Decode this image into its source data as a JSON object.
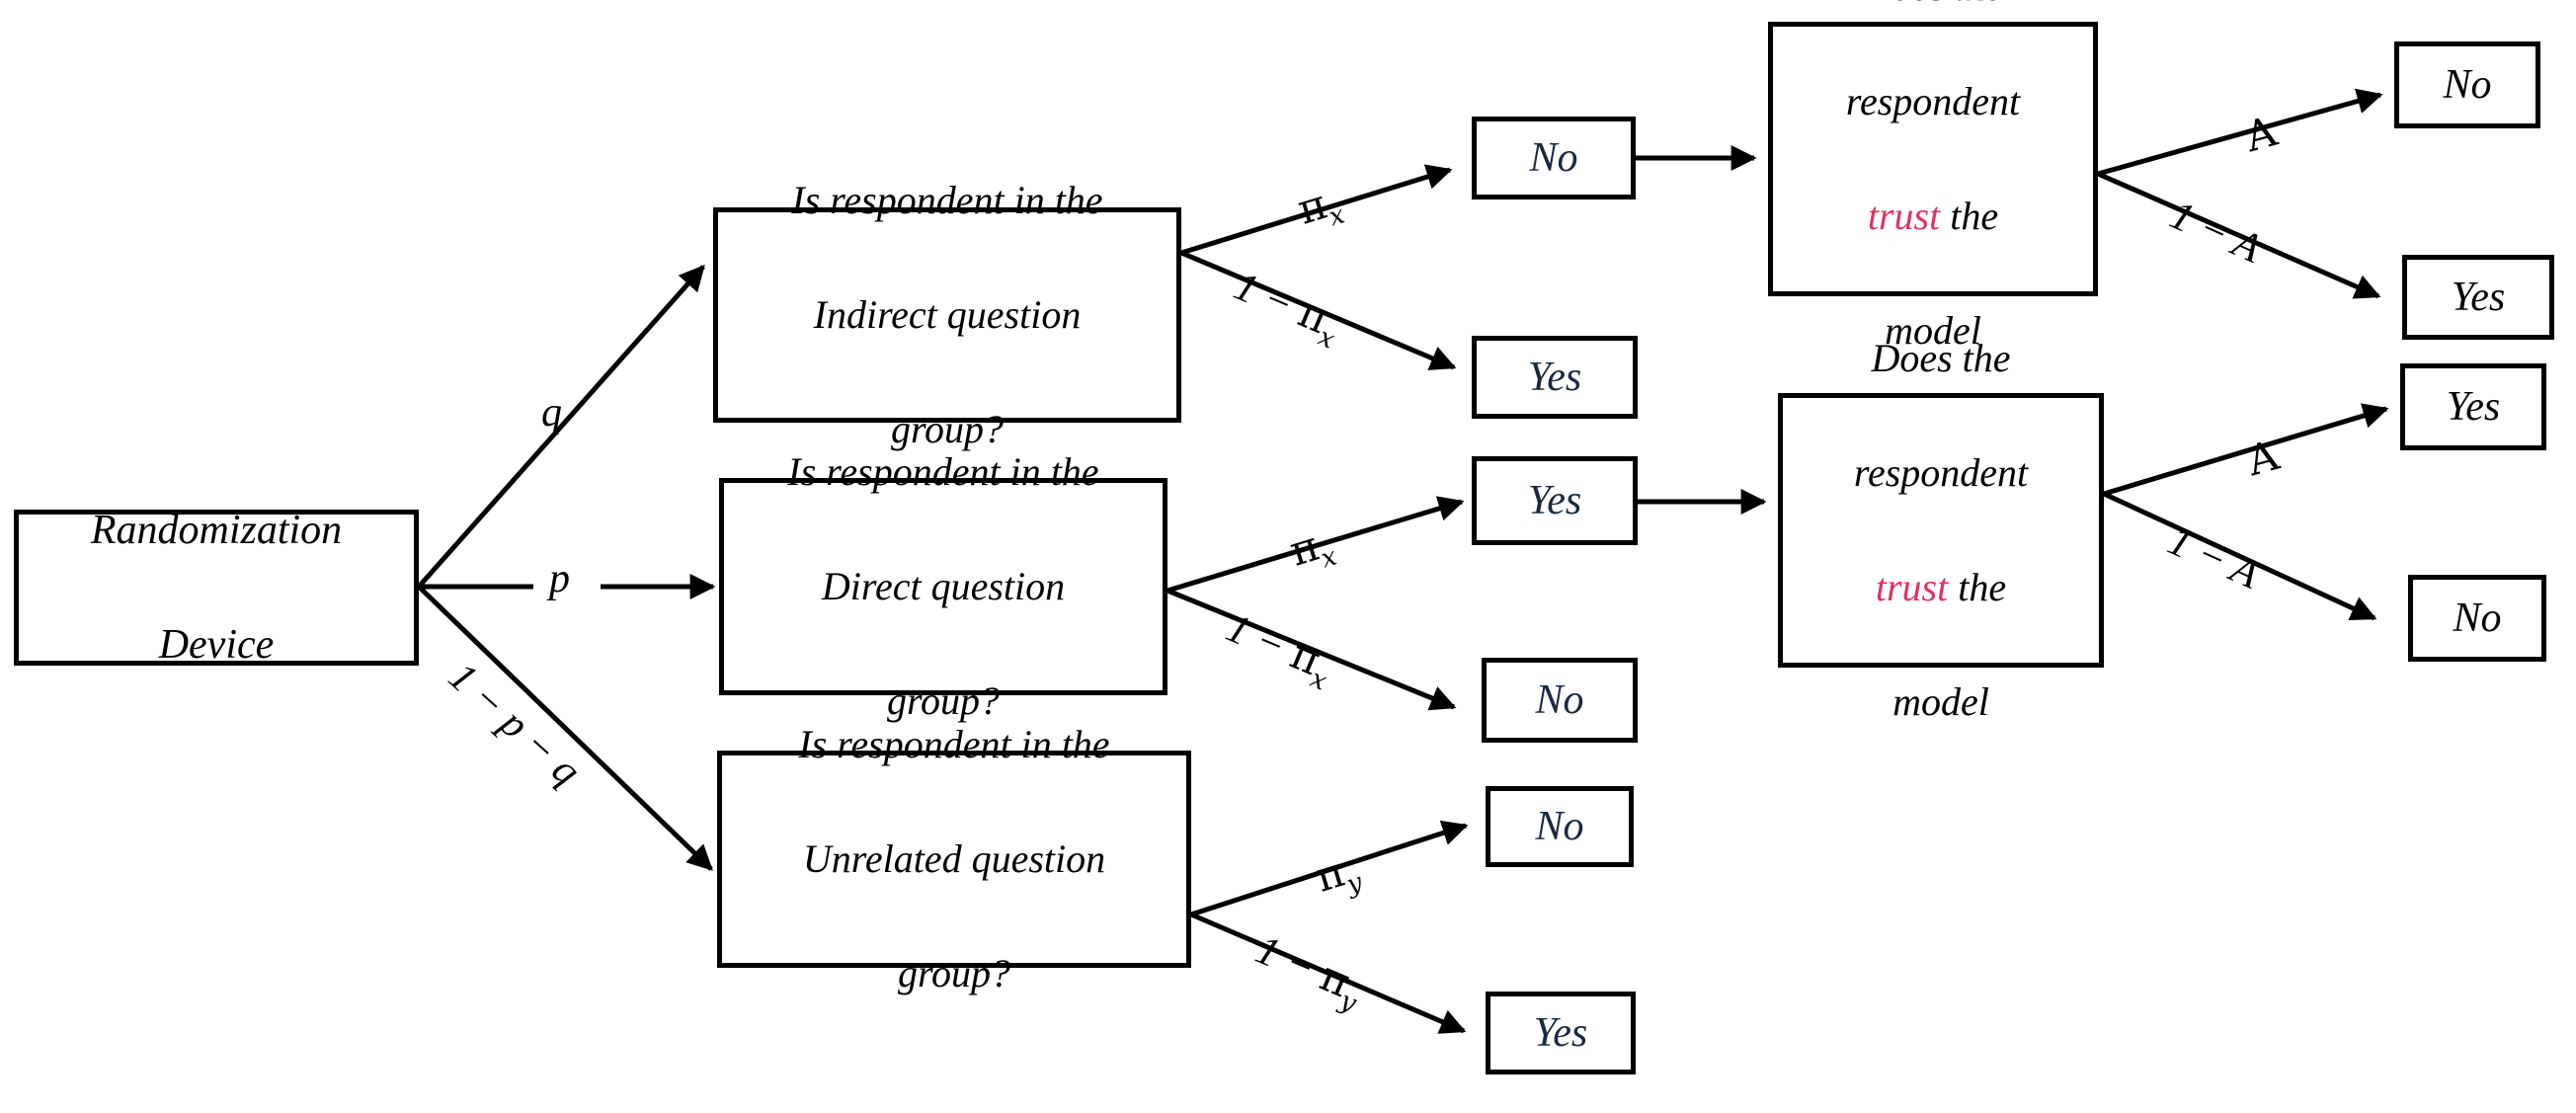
{
  "device": {
    "line1": "Randomization",
    "line2": "Device"
  },
  "questions": {
    "indirect": {
      "line1": "Is respondent in the",
      "line2": "Indirect question",
      "line3": "group?"
    },
    "direct": {
      "line1": "Is respondent in the",
      "line2": "Direct question",
      "line3": "group?"
    },
    "unrelated": {
      "line1": "Is respondent in the",
      "line2": "Unrelated question",
      "line3": "group?"
    }
  },
  "trust_box": {
    "line1": "Does the",
    "line2": "respondent",
    "trust_word": "trust",
    "after_trust": "the",
    "line4": "model"
  },
  "answers": {
    "no": "No",
    "yes": "Yes"
  },
  "labels": {
    "q": "q",
    "p": "p",
    "one_minus_p_minus_q": "1 − p − q",
    "pi": "π",
    "sub_x": "x",
    "sub_y": "y",
    "one_minus": "1 − ",
    "A": "A",
    "one_minus_A": "1 − A"
  }
}
